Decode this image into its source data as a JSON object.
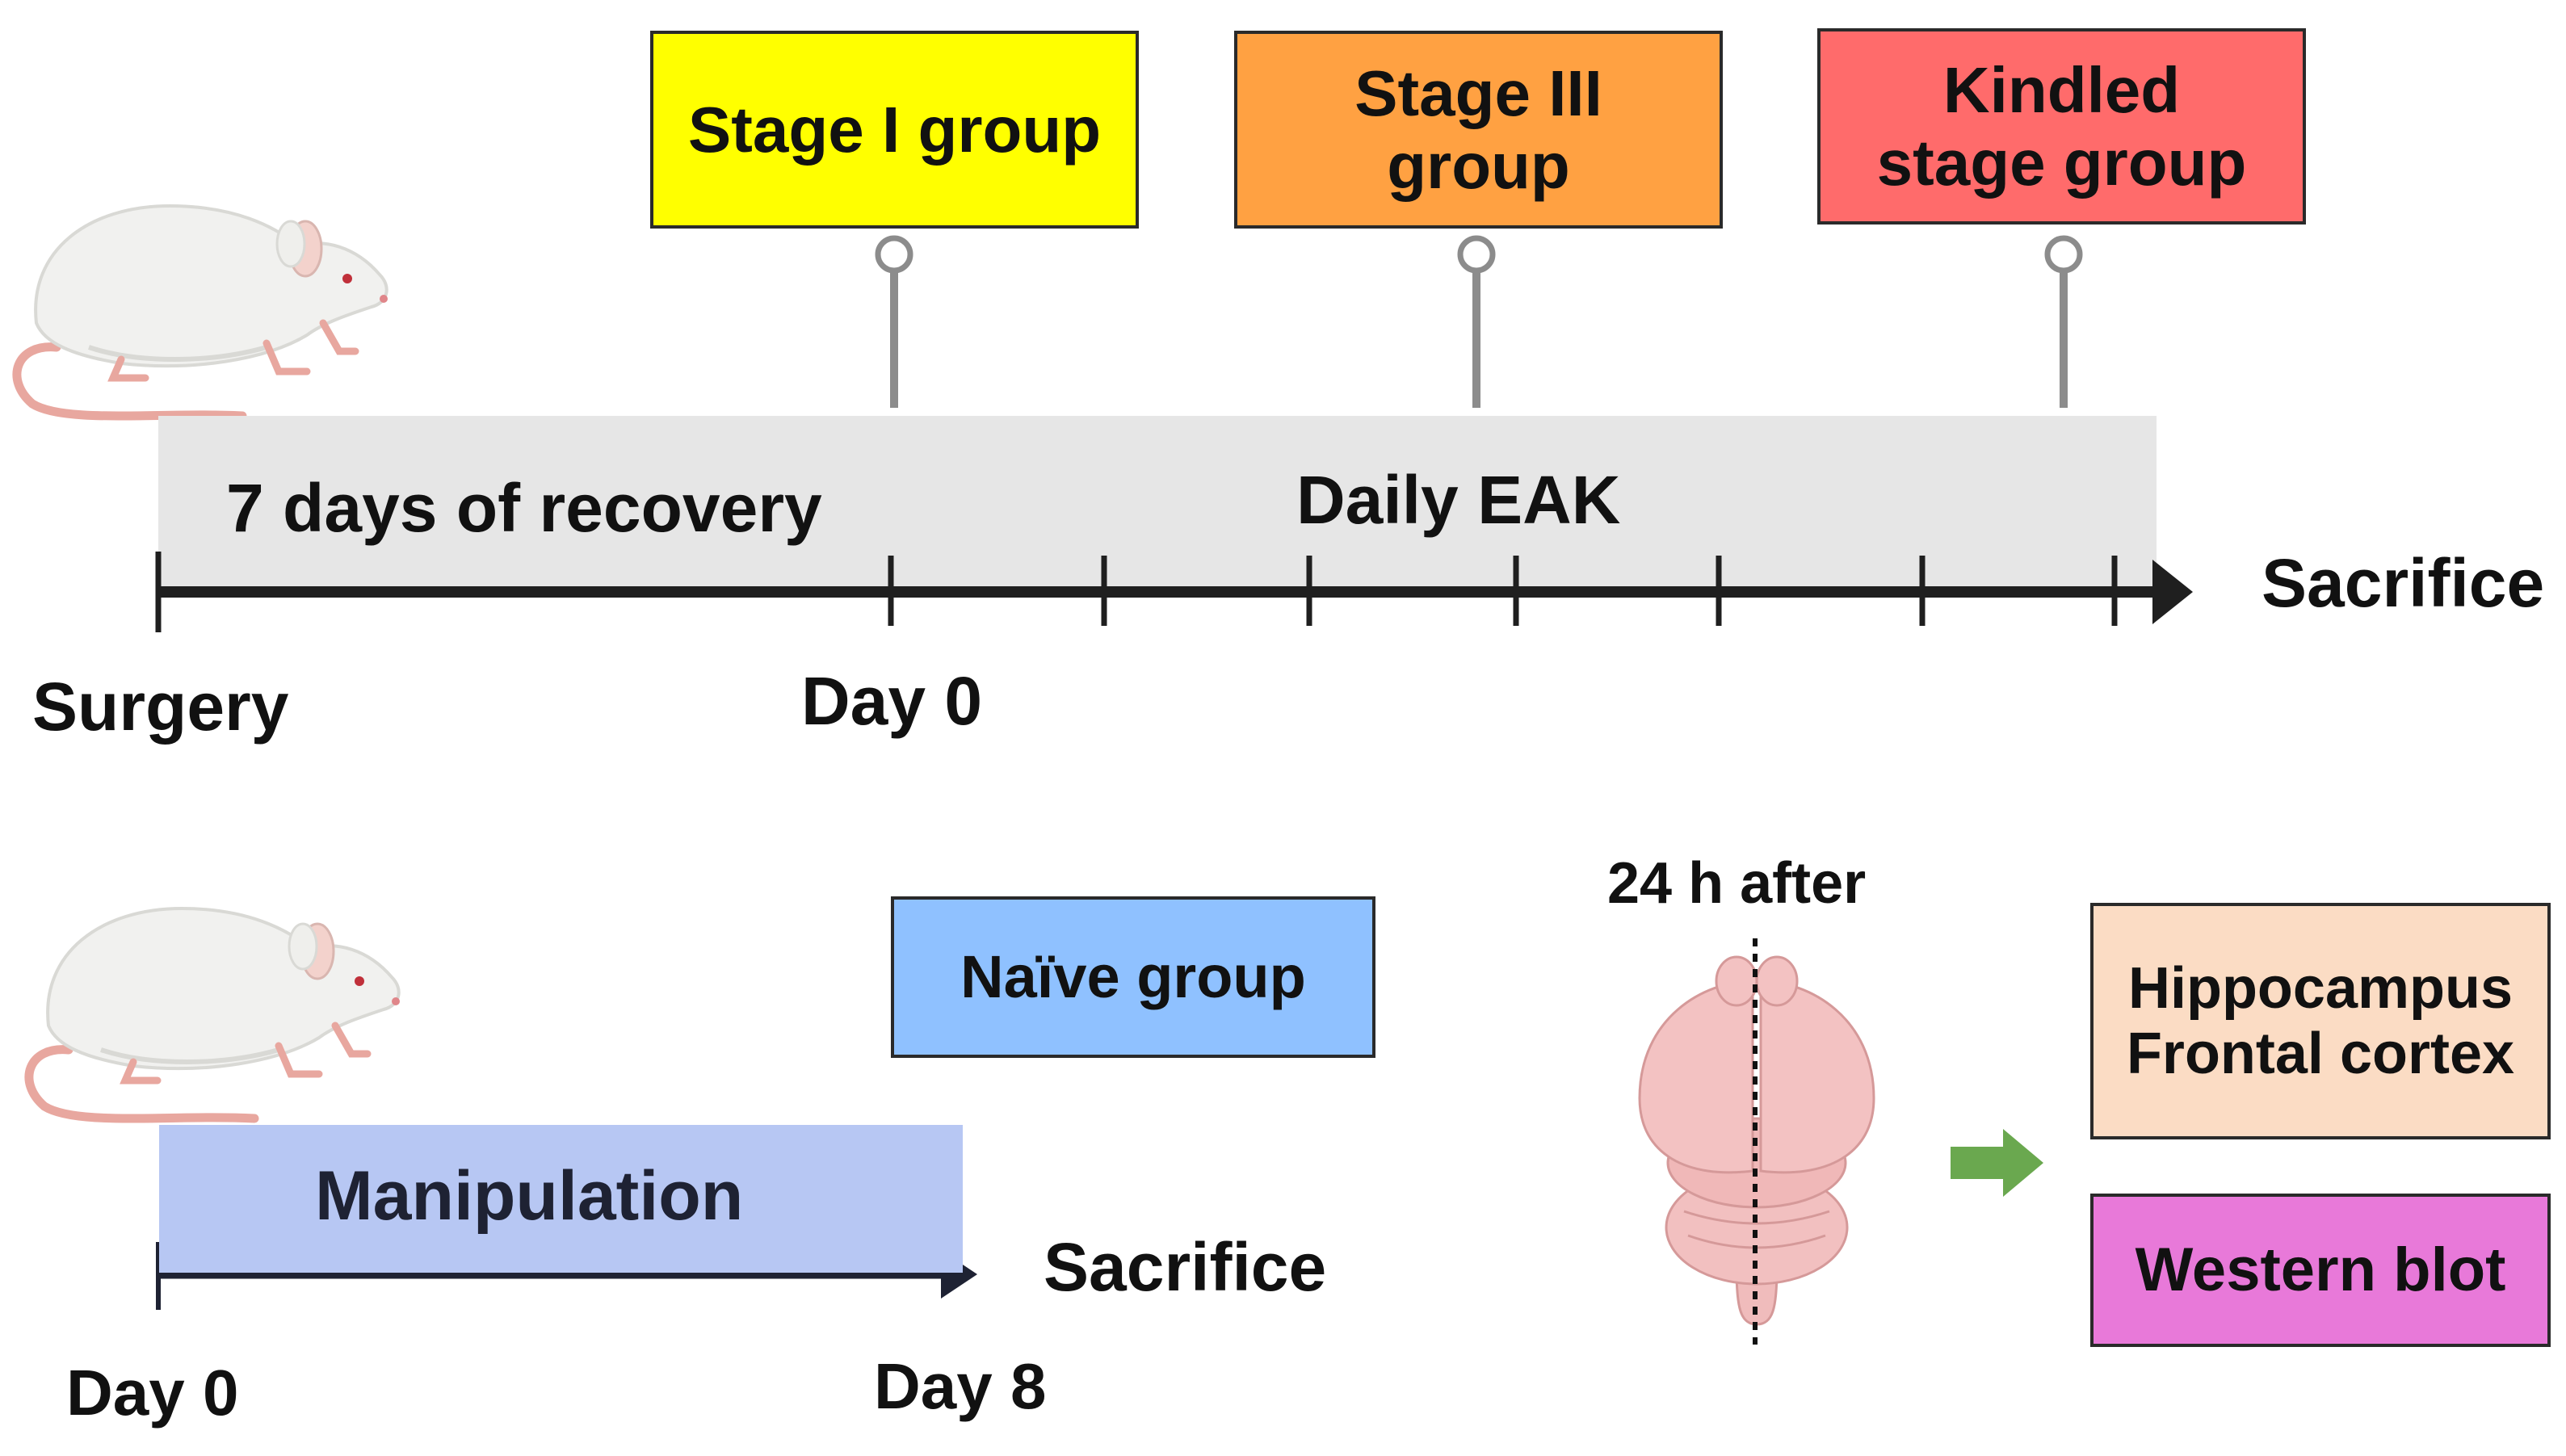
{
  "top_timeline": {
    "recovery_label": "7 days of recovery",
    "daily_label": "Daily EAK",
    "surgery_label": "Surgery",
    "day0_label": "Day 0",
    "sacrifice_label": "Sacrifice",
    "groups": [
      {
        "line1": "Stage I group",
        "line2": "",
        "color": "#ffff00"
      },
      {
        "line1": "Stage III",
        "line2": "group",
        "color": "#ffa142"
      },
      {
        "line1": "Kindled",
        "line2": "stage group",
        "color": "#ff6b6b"
      }
    ]
  },
  "bottom_timeline": {
    "naive_label": "Naïve group",
    "naive_color": "#8fc1ff",
    "manipulation_label": "Manipulation",
    "manipulation_color": "#b7c7f3",
    "day0_label": "Day 0",
    "day8_label": "Day 8",
    "sacrifice_label": "Sacrifice"
  },
  "analysis": {
    "time_label": "24 h after",
    "tissue_line1": "Hippocampus",
    "tissue_line2": "Frontal cortex",
    "tissue_color": "#fbdcc4",
    "method_label": "Western blot",
    "method_color": "#e879d9",
    "arrow_color": "#6aa84f"
  },
  "icons": [
    "rat-icon",
    "brain-icon",
    "pin-icon",
    "arrow-right-icon"
  ]
}
